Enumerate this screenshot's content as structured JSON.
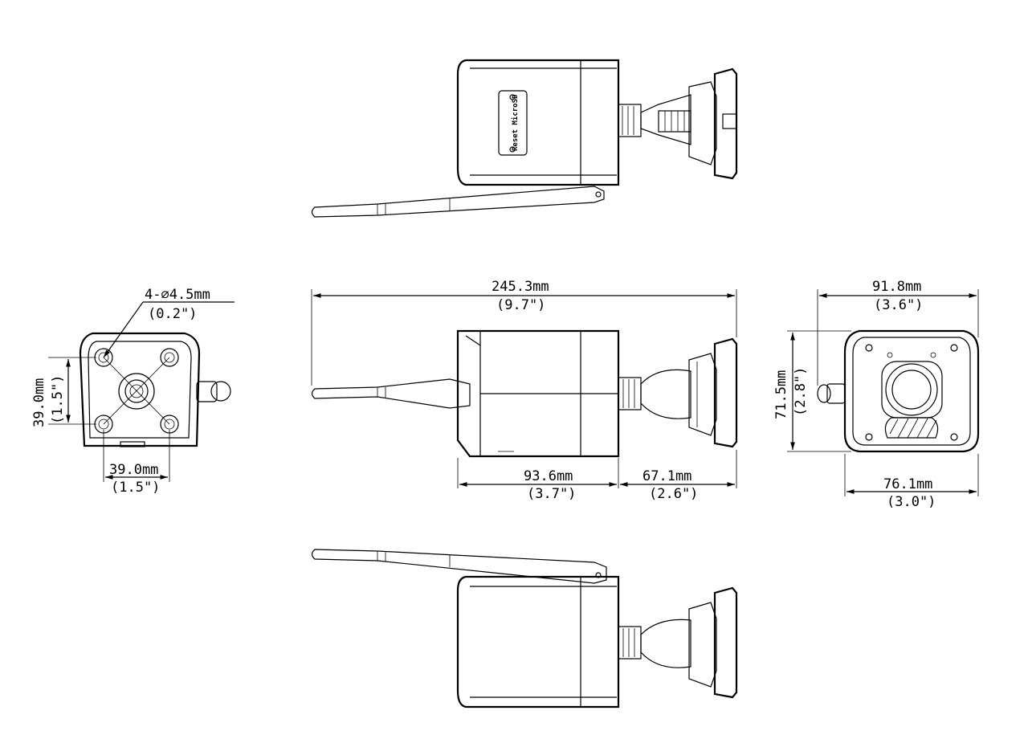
{
  "labels": {
    "sd_slot_text": "Reset MicroSD",
    "mount_holes": "4-∅4.5mm",
    "mount_holes_in": "(0.2\")",
    "base_h": "39.0mm",
    "base_h_in": "(1.5\")",
    "base_w": "39.0mm",
    "base_w_in": "(1.5\")",
    "total_len": "245.3mm",
    "total_len_in": "(9.7\")",
    "body_len": "93.6mm",
    "body_len_in": "(3.7\")",
    "mount_len": "67.1mm",
    "mount_len_in": "(2.6\")",
    "front_w": "91.8mm",
    "front_w_in": "(3.6\")",
    "front_h": "71.5mm",
    "front_h_in": "(2.8\")",
    "front_inner_w": "76.1mm",
    "front_inner_w_in": "(3.0\")"
  }
}
